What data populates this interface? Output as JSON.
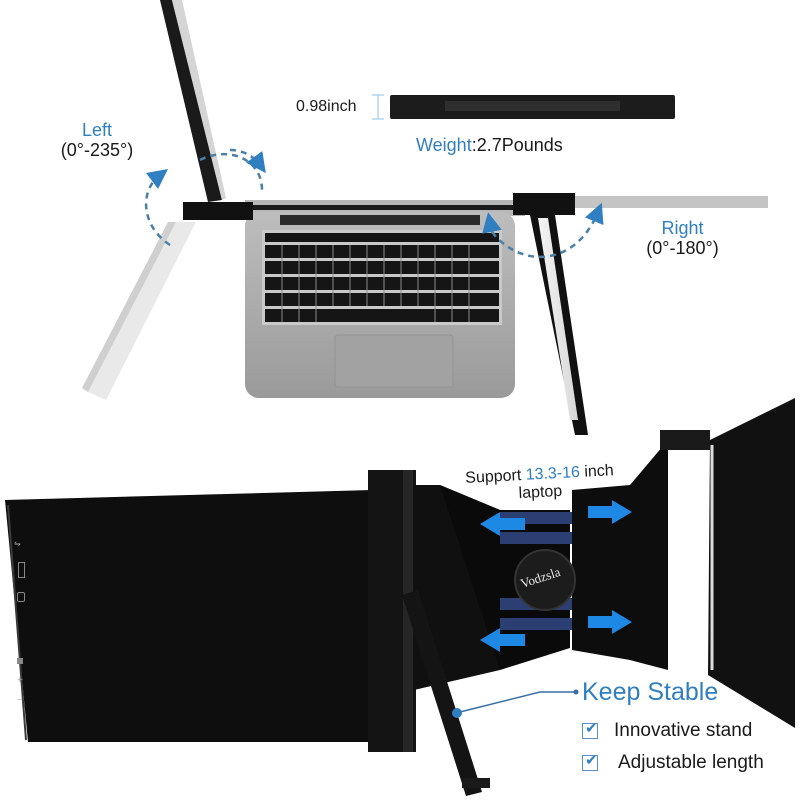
{
  "colors": {
    "accent_blue": "#2f7fc1",
    "arrow_blue": "#1e88e5",
    "text_dark": "#1a1a1a",
    "device_black": "#111111",
    "laptop_silver": "#a8a8a8",
    "background": "#ffffff"
  },
  "dimensions": {
    "thickness_label": "0.98inch",
    "weight_key": "Weight",
    "weight_value": ":2.7Pounds"
  },
  "rotation": {
    "left": {
      "title": "Left",
      "range": "(0°-235°)"
    },
    "right": {
      "title": "Right",
      "range": "(0°-180°)"
    }
  },
  "support": {
    "prefix": "Support ",
    "sizes": "13.3-16",
    "suffix": " inch",
    "line2": "laptop"
  },
  "brand": {
    "logo_text": "Vodzsla"
  },
  "features": {
    "title": "Keep Stable",
    "items": [
      {
        "icon": "checkbox-icon",
        "label": "Innovative stand"
      },
      {
        "icon": "checkbox-icon",
        "label": "Adjustable length"
      }
    ]
  },
  "side_buttons": [
    {
      "icon": "usb-icon"
    },
    {
      "icon": "port-icon"
    },
    {
      "icon": "power-icon"
    },
    {
      "icon": "menu-icon"
    },
    {
      "icon": "plus-icon"
    },
    {
      "icon": "minus-icon"
    }
  ]
}
